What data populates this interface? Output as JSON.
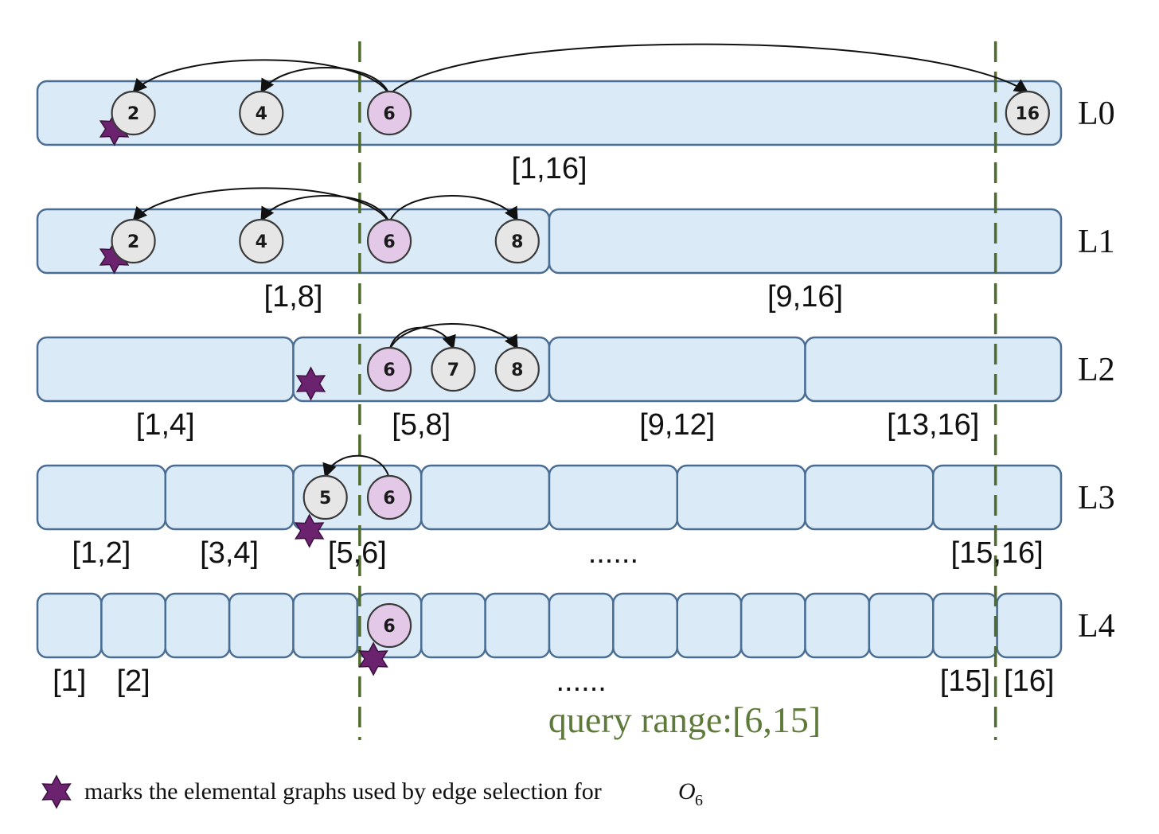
{
  "levels": [
    {
      "label": "L0",
      "segments": [
        {
          "range": "[1,16]",
          "star": true,
          "nodes": [
            {
              "label": "2",
              "kind": "grey"
            },
            {
              "label": "4",
              "kind": "grey"
            },
            {
              "label": "6",
              "kind": "pink"
            },
            {
              "label": "16",
              "kind": "grey"
            }
          ]
        }
      ]
    },
    {
      "label": "L1",
      "segments": [
        {
          "range": "[1,8]",
          "star": true,
          "nodes": [
            {
              "label": "2",
              "kind": "grey"
            },
            {
              "label": "4",
              "kind": "grey"
            },
            {
              "label": "6",
              "kind": "pink"
            },
            {
              "label": "8",
              "kind": "grey"
            }
          ]
        },
        {
          "range": "[9,16]"
        }
      ]
    },
    {
      "label": "L2",
      "segments": [
        {
          "range": "[1,4]"
        },
        {
          "range": "[5,8]",
          "star": true,
          "nodes": [
            {
              "label": "6",
              "kind": "pink"
            },
            {
              "label": "7",
              "kind": "grey"
            },
            {
              "label": "8",
              "kind": "grey"
            }
          ]
        },
        {
          "range": "[9,12]"
        },
        {
          "range": "[13,16]"
        }
      ]
    },
    {
      "label": "L3",
      "segments": [
        {
          "range": "[1,2]"
        },
        {
          "range": "[3,4]"
        },
        {
          "range": "[5,6]",
          "star": true,
          "nodes": [
            {
              "label": "5",
              "kind": "grey"
            },
            {
              "label": "6",
              "kind": "pink"
            }
          ]
        },
        {
          "range": ""
        },
        {
          "range": "......"
        },
        {
          "range": ""
        },
        {
          "range": ""
        },
        {
          "range": "[15,16]"
        }
      ]
    },
    {
      "label": "L4",
      "segments": [
        {
          "range": "[1]"
        },
        {
          "range": "[2]"
        },
        {
          "range": ""
        },
        {
          "range": ""
        },
        {
          "range": ""
        },
        {
          "range": "",
          "star": true,
          "nodes": [
            {
              "label": "6",
              "kind": "pink"
            }
          ]
        },
        {
          "range": ""
        },
        {
          "range": ""
        },
        {
          "range": "......"
        },
        {
          "range": ""
        },
        {
          "range": ""
        },
        {
          "range": ""
        },
        {
          "range": ""
        },
        {
          "range": ""
        },
        {
          "range": "[15]"
        },
        {
          "range": "[16]"
        }
      ]
    }
  ],
  "edges": [
    {
      "level": 0,
      "from": "6",
      "to": "2"
    },
    {
      "level": 0,
      "from": "6",
      "to": "4"
    },
    {
      "level": 0,
      "from": "6",
      "to": "16"
    },
    {
      "level": 1,
      "from": "6",
      "to": "2"
    },
    {
      "level": 1,
      "from": "6",
      "to": "4"
    },
    {
      "level": 1,
      "from": "6",
      "to": "8"
    },
    {
      "level": 2,
      "from": "6",
      "to": "7"
    },
    {
      "level": 2,
      "from": "6",
      "to": "8"
    },
    {
      "level": 3,
      "from": "6",
      "to": "5"
    }
  ],
  "query": {
    "label": "query range:[6,15]",
    "start": 6,
    "end": 15
  },
  "legend": {
    "text": "marks the elemental graphs used by edge selection for",
    "symbol": "O",
    "subscript": "6"
  },
  "colors": {
    "segment_fill": "#dbeaf7",
    "segment_border": "#4a6d93",
    "node_grey": "#e6e6e6",
    "node_pink": "#e3c9e7",
    "star": "#6b2370",
    "query": "#5e7a3a"
  }
}
